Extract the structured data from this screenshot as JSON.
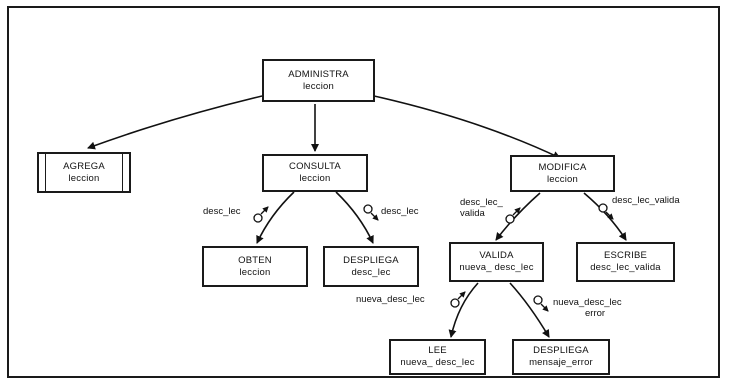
{
  "diagram": {
    "nodes": {
      "administra": {
        "line1": "ADMINISTRA",
        "line2": "leccion"
      },
      "agrega": {
        "line1": "AGREGA",
        "line2": "leccion"
      },
      "consulta": {
        "line1": "CONSULTA",
        "line2": "leccion"
      },
      "modifica": {
        "line1": "MODIFICA",
        "line2": "leccion"
      },
      "obten": {
        "line1": "OBTEN",
        "line2": "leccion"
      },
      "despliega1": {
        "line1": "DESPLIEGA",
        "line2": "desc_lec"
      },
      "valida": {
        "line1": "VALIDA",
        "line2": "nueva_ desc_lec"
      },
      "escribe": {
        "line1": "ESCRIBE",
        "line2": "desc_lec_valida"
      },
      "lee": {
        "line1": "LEE",
        "line2": "nueva_ desc_lec"
      },
      "despliega2": {
        "line1": "DESPLIEGA",
        "line2": "mensaje_error"
      }
    },
    "couples": {
      "c_obten": "desc_lec",
      "c_desp1": "desc_lec",
      "c_valida_1": "desc_lec_",
      "c_valida_2": "valida",
      "c_escribe": "desc_lec_valida",
      "c_lee": "nueva_desc_lec",
      "c_desp2_1": "nueva_desc_lec",
      "c_desp2_2": "error"
    }
  }
}
